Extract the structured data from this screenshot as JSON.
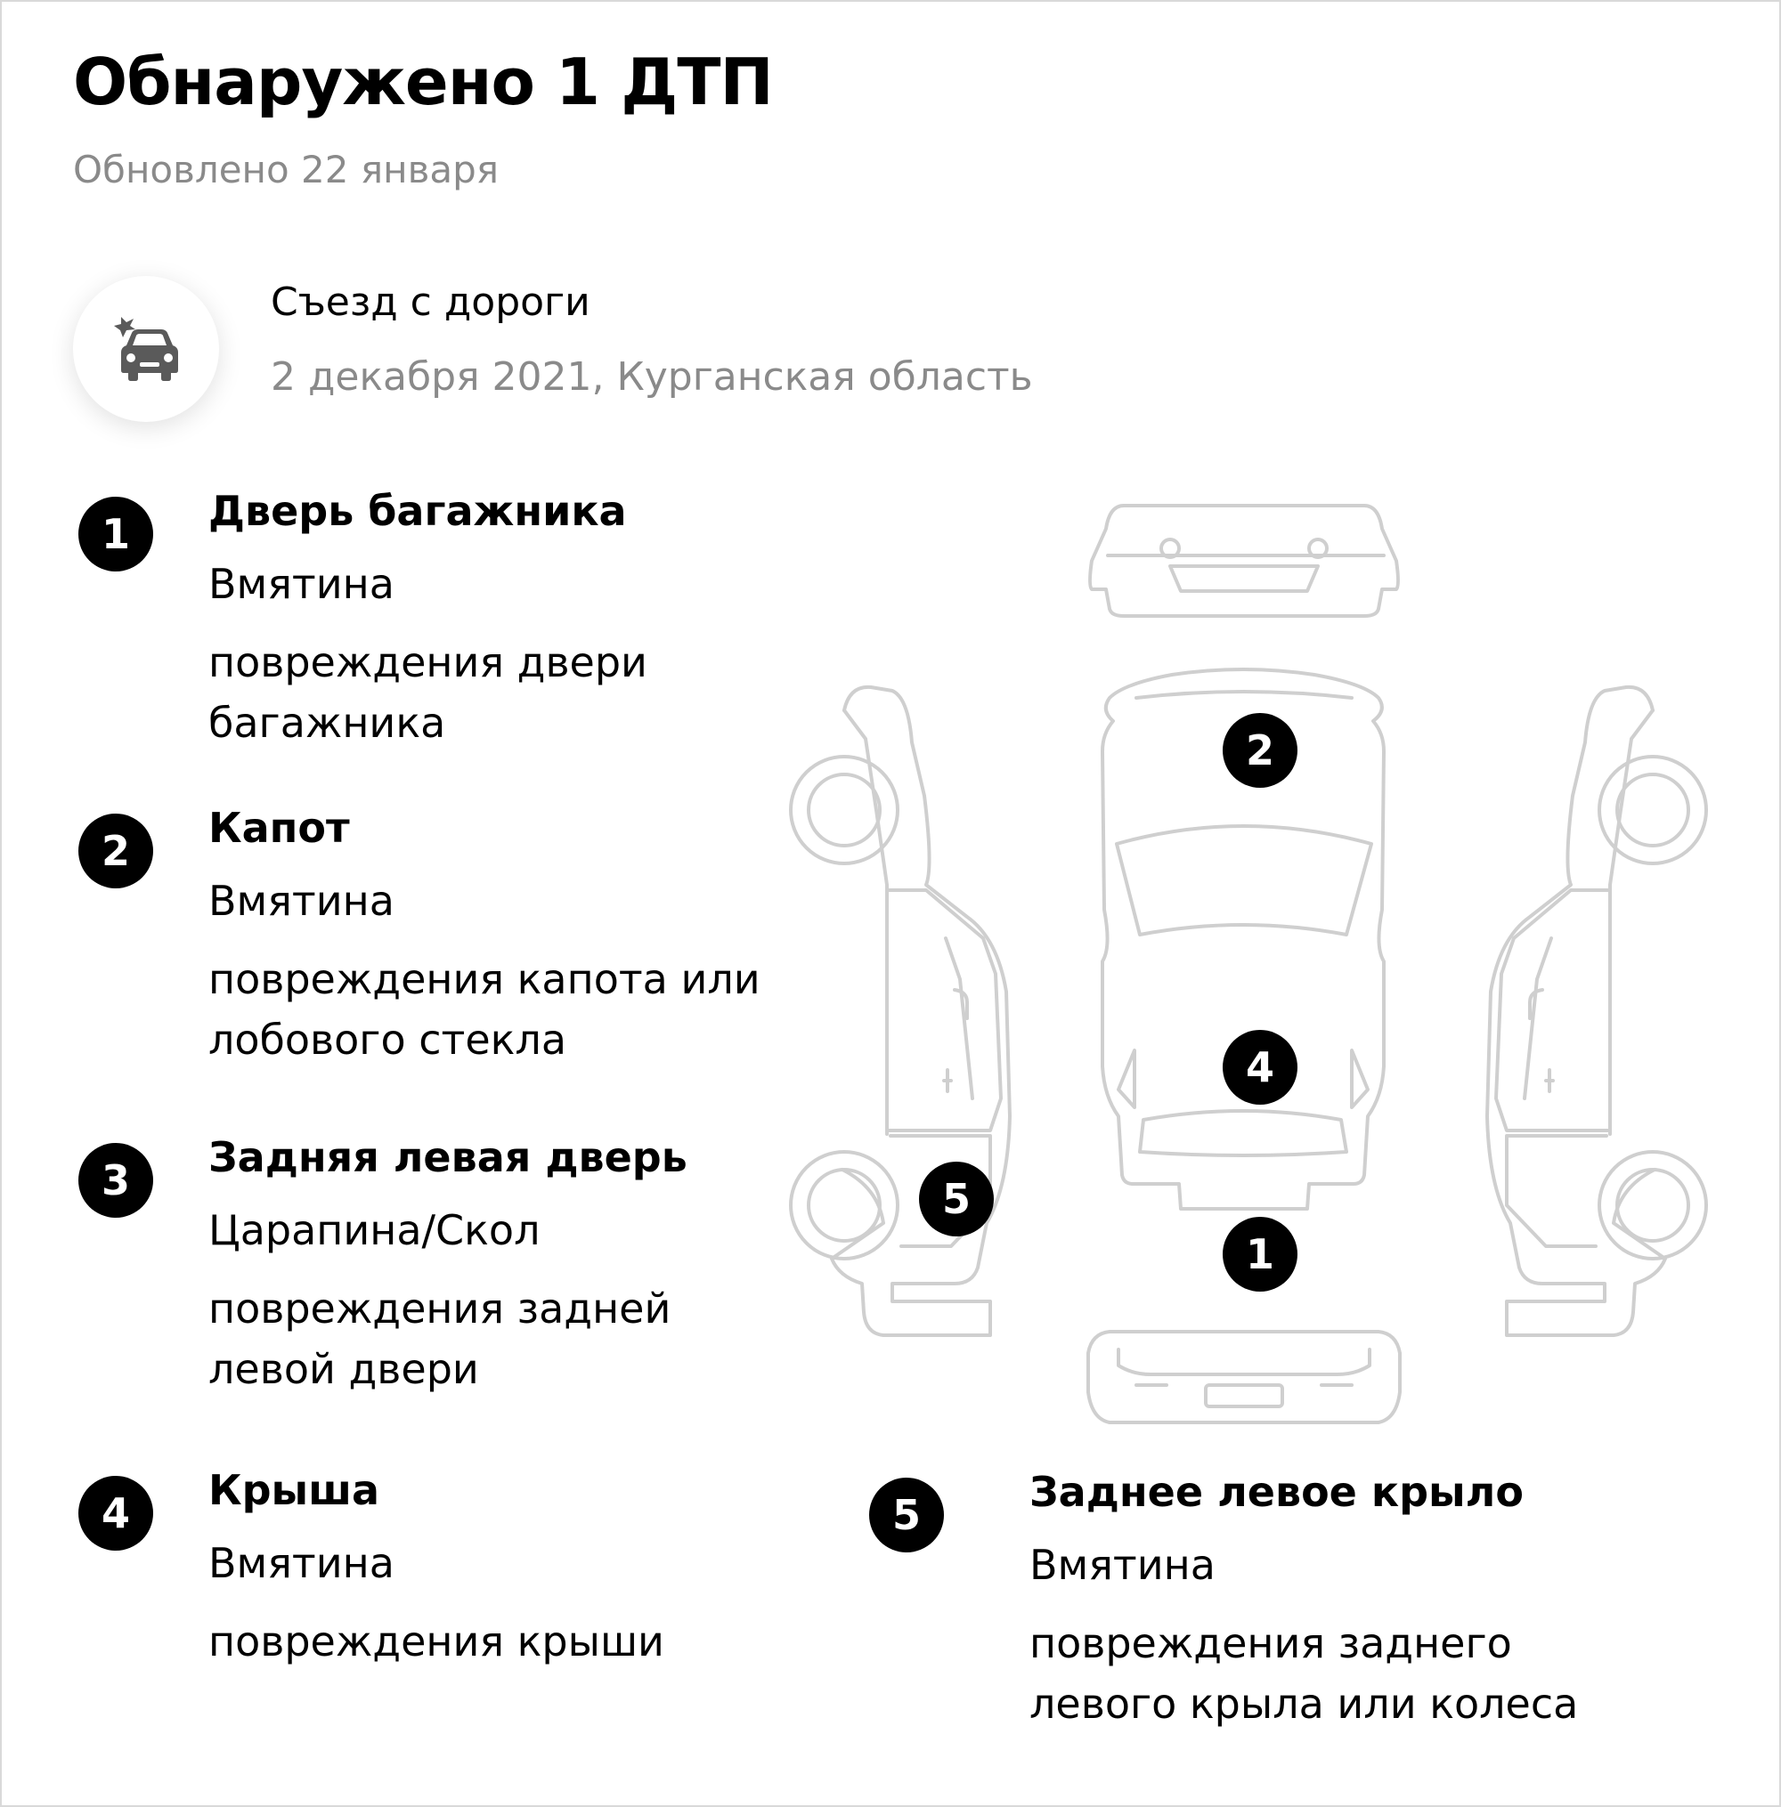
{
  "header": {
    "title": "Обнаружено 1 ДТП",
    "subtitle": "Обновлено 22 января"
  },
  "event": {
    "icon": "car-crash-icon",
    "title": "Съезд с дороги",
    "details": "2 декабря 2021, Курганская область"
  },
  "damages": [
    {
      "number": "1",
      "part": "Дверь багажника",
      "type": "Вмятина",
      "description": "повреждения двери багажника"
    },
    {
      "number": "2",
      "part": "Капот",
      "type": "Вмятина",
      "description": "повреждения капота или лобового стекла"
    },
    {
      "number": "3",
      "part": "Задняя левая дверь",
      "type": "Царапина/Скол",
      "description": "повреждения задней левой двери"
    },
    {
      "number": "4",
      "part": "Крыша",
      "type": "Вмятина",
      "description": "повреждения крыши"
    },
    {
      "number": "5",
      "part": "Заднее левое крыло",
      "type": "Вмятина",
      "description": "повреждения заднего левого крыла или колеса"
    }
  ],
  "diagram_markers": [
    "2",
    "4",
    "5",
    "1"
  ]
}
